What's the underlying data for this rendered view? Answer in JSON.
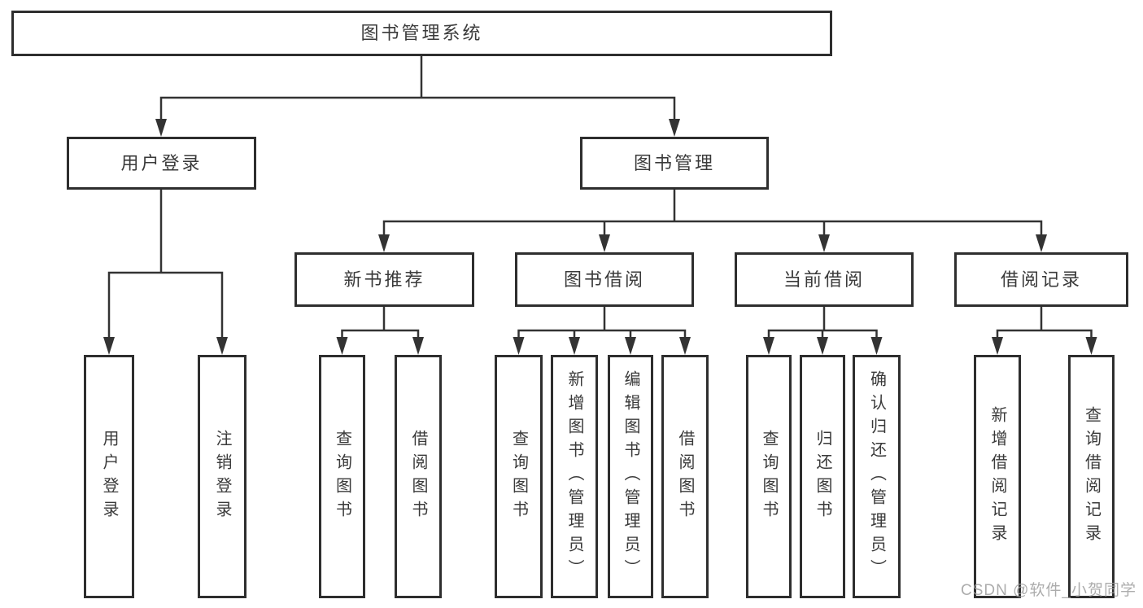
{
  "diagram": {
    "type": "hierarchy-tree",
    "colors": {
      "line": "#333333",
      "box_border": "#2e2e2e",
      "box_fill": "#ffffff",
      "text": "#3a3a3a",
      "watermark": "#9e9e9e",
      "background": "#ffffff"
    },
    "root": {
      "label": "图书管理系统"
    },
    "level2": [
      {
        "id": "user-login",
        "label": "用户登录"
      },
      {
        "id": "book-mgmt",
        "label": "图书管理"
      }
    ],
    "level3": [
      {
        "id": "new-book-rec",
        "label": "新书推荐",
        "parent": "book-mgmt"
      },
      {
        "id": "book-borrow",
        "label": "图书借阅",
        "parent": "book-mgmt"
      },
      {
        "id": "current-borrow",
        "label": "当前借阅",
        "parent": "book-mgmt"
      },
      {
        "id": "borrow-records",
        "label": "借阅记录",
        "parent": "book-mgmt"
      }
    ],
    "leaves": [
      {
        "label": "用户登录",
        "parent": "user-login"
      },
      {
        "label": "注销登录",
        "parent": "user-login"
      },
      {
        "label": "查询图书",
        "parent": "new-book-rec"
      },
      {
        "label": "借阅图书",
        "parent": "new-book-rec"
      },
      {
        "label": "查询图书",
        "parent": "book-borrow"
      },
      {
        "label": "新增图书（管理员）",
        "parent": "book-borrow"
      },
      {
        "label": "编辑图书（管理员）",
        "parent": "book-borrow"
      },
      {
        "label": "借阅图书",
        "parent": "book-borrow"
      },
      {
        "label": "查询图书",
        "parent": "current-borrow"
      },
      {
        "label": "归还图书",
        "parent": "current-borrow"
      },
      {
        "label": "确认归还（管理员）",
        "parent": "current-borrow"
      },
      {
        "label": "新增借阅记录",
        "parent": "borrow-records"
      },
      {
        "label": "查询借阅记录",
        "parent": "borrow-records"
      }
    ],
    "watermark": {
      "text": "CSDN @软件_小贺同学"
    }
  }
}
